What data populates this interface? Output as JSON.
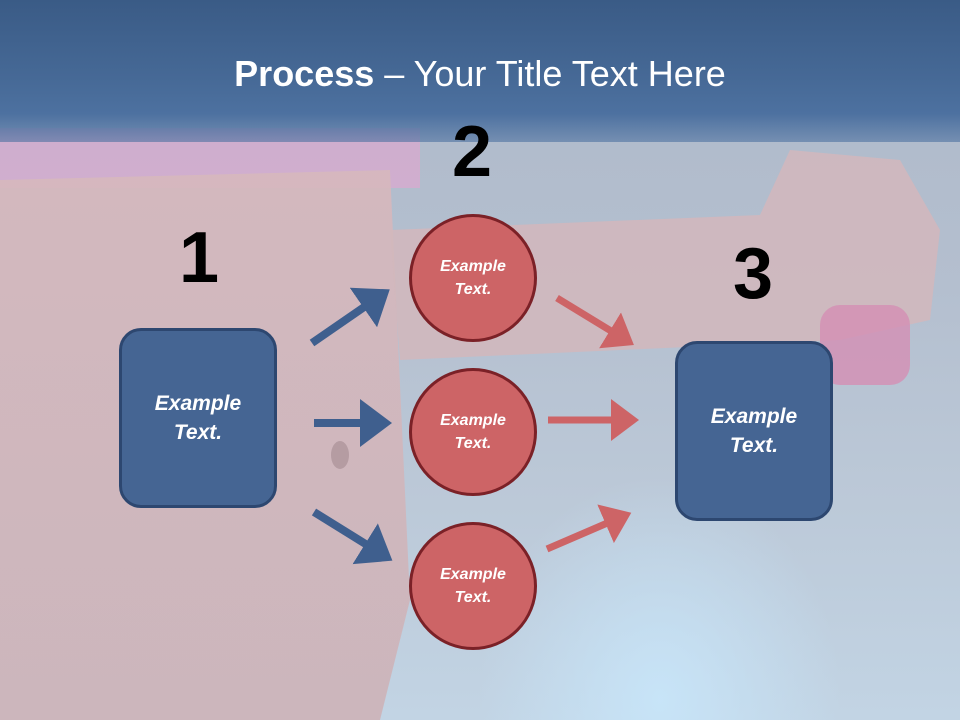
{
  "title": {
    "bold": "Process",
    "rest": " – Your Title Text Here"
  },
  "steps": [
    {
      "number": "1"
    },
    {
      "number": "2"
    },
    {
      "number": "3"
    }
  ],
  "boxes": [
    {
      "text": "Example Text."
    },
    {
      "text": "Example Text."
    }
  ],
  "circles": [
    {
      "text": "Example Text."
    },
    {
      "text": "Example Text."
    },
    {
      "text": "Example Text."
    }
  ],
  "colors": {
    "header": "#466996",
    "box_fill": "#456593",
    "box_border": "#2d4770",
    "circle_fill": "#cd6466",
    "circle_border": "#7b2127",
    "arrow_blue": "#3f5f8e",
    "arrow_red": "#cd6466"
  }
}
